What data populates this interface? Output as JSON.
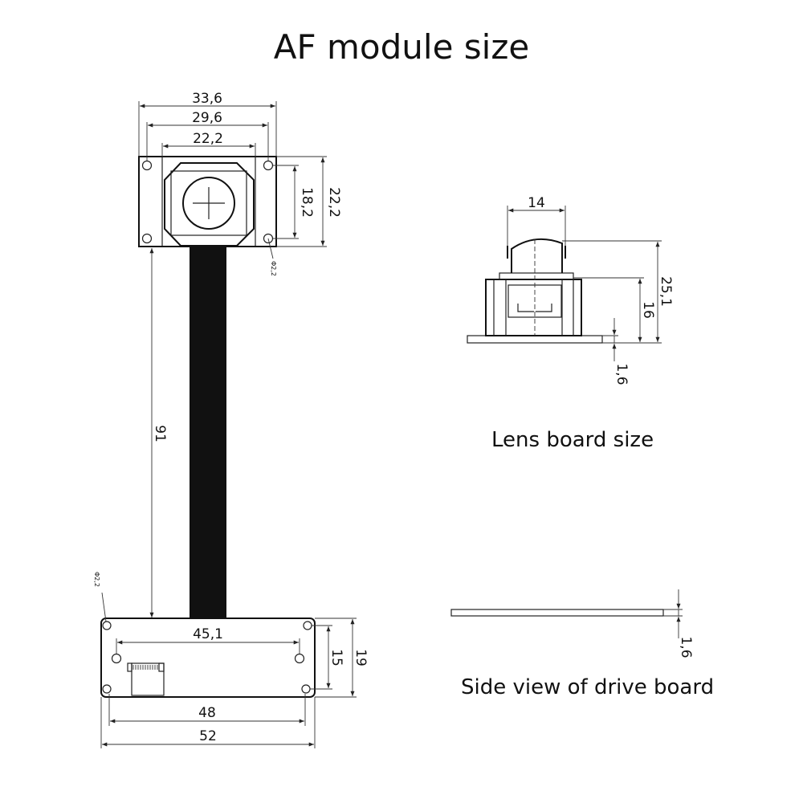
{
  "title": "AF module size",
  "captions": {
    "lens_board": "Lens board size",
    "drive_board_side": "Side view of drive board"
  },
  "module": {
    "width_outer": "33,6",
    "width_holes": "29,6",
    "width_inner": "22,2",
    "height_holes": "18,2",
    "height_outer": "22,2",
    "hole_diameter": "Φ2,2",
    "cable_length": "91"
  },
  "drive_board": {
    "hole_diameter": "Φ2,2",
    "inner_hole_span": "45,1",
    "inner_hole_height": "15",
    "height": "19",
    "outer_hole_span": "48",
    "width": "52"
  },
  "lens_board": {
    "lens_width": "14",
    "total_height": "25,1",
    "body_height": "16",
    "pcb_thickness": "1,6"
  },
  "drive_side": {
    "thickness": "1,6"
  }
}
